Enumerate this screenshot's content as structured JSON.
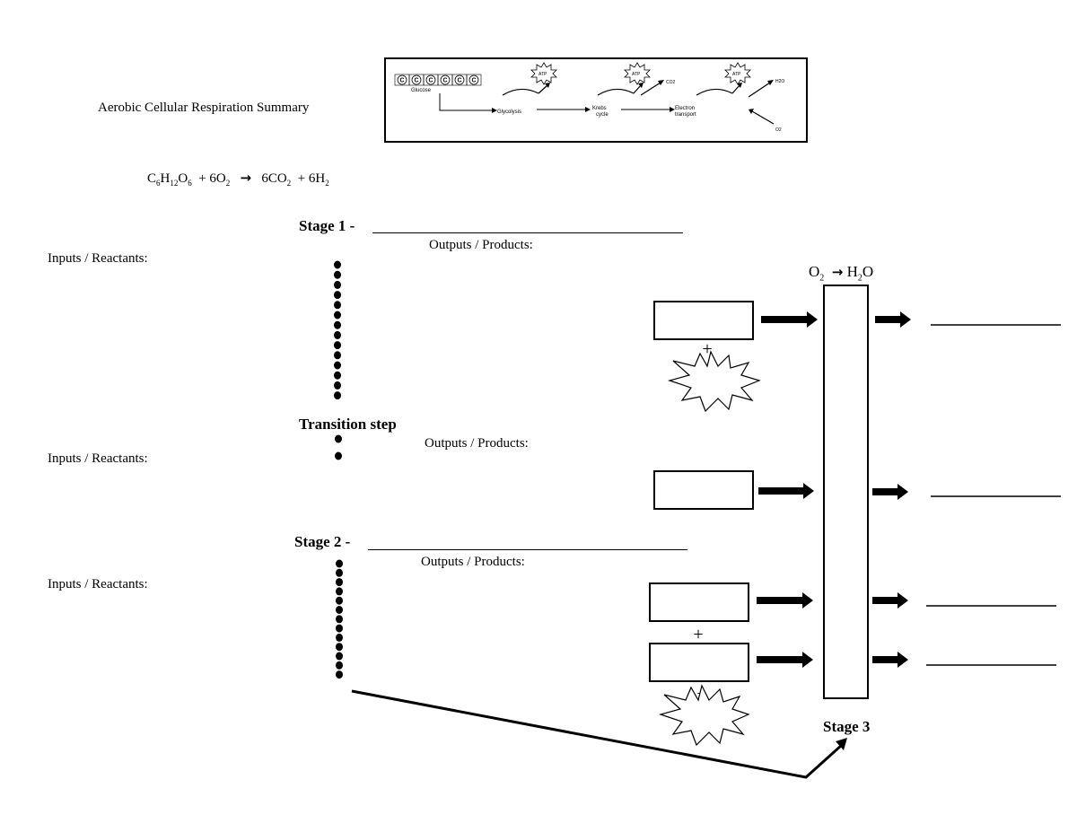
{
  "title": "Aerobic Cellular Respiration Summary",
  "equation": {
    "glucose": [
      "C",
      "6",
      "H",
      "12",
      "O",
      "6"
    ],
    "plus1": "+ 6O",
    "plus1_sub": "2",
    "arrow": "→",
    "co2": "6CO",
    "co2_sub": "2",
    "plus2": "+ 6H",
    "h2_sub": "2"
  },
  "overview_figure": {
    "glucose_label": "Glucose",
    "carbon_letter": "C",
    "atp_label": "ATP",
    "glycolysis": "Glycolysis",
    "krebs_1": "Krebs",
    "krebs_2": "cycle",
    "et_1": "Electron",
    "et_2": "transport",
    "co2": "CO2",
    "h2o": "H2O",
    "o2": "O2"
  },
  "stage1": {
    "label": "Stage 1 -",
    "outputs": "Outputs / Products:",
    "inputs": "Inputs / Reactants:"
  },
  "transition": {
    "label": "Transition step",
    "outputs": "Outputs / Products:",
    "inputs": "Inputs / Reactants:"
  },
  "stage2": {
    "label": "Stage 2 -",
    "outputs": "Outputs / Products:",
    "inputs": "Inputs / Reactants:"
  },
  "stage3": {
    "label": "Stage 3",
    "header_o2": "O",
    "header_o2_sub": "2",
    "header_arrow": "→",
    "header_h2o": "H",
    "header_h2o_sub": "2",
    "header_h2o_o": "O"
  },
  "plus_sign": "+"
}
